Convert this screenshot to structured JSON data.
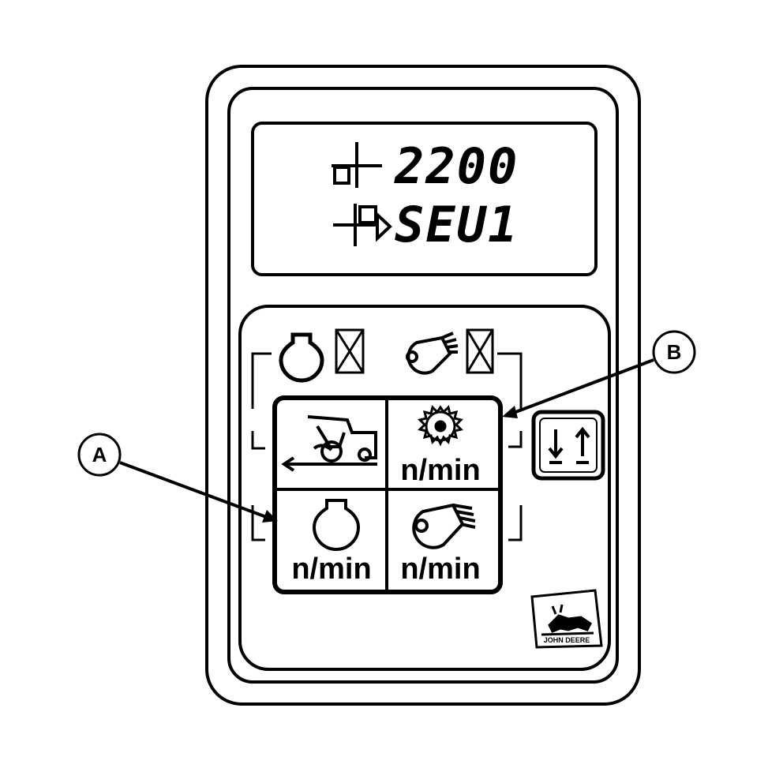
{
  "display": {
    "line1_value": "2200",
    "line2_value": "SEU1",
    "line1_icon": "engine-setpoint-icon",
    "line2_icon": "setpoint-select-icon"
  },
  "indicators": {
    "engine_icon": "engine-icon",
    "fan_icon": "cleaning-fan-icon"
  },
  "keypad": {
    "ground_speed_icon": "combine-harvester-icon",
    "thresher_icon": "threshing-cylinder-icon",
    "thresher_unit": "n/min",
    "engine_key_icon": "engine-icon",
    "engine_unit": "n/min",
    "fan_key_icon": "cleaning-fan-icon",
    "fan_unit": "n/min"
  },
  "side_button": {
    "icon": "lower-raise-arrows-icon"
  },
  "callouts": {
    "a": "A",
    "b": "B"
  },
  "logo": {
    "text": "JOHN DEERE"
  }
}
